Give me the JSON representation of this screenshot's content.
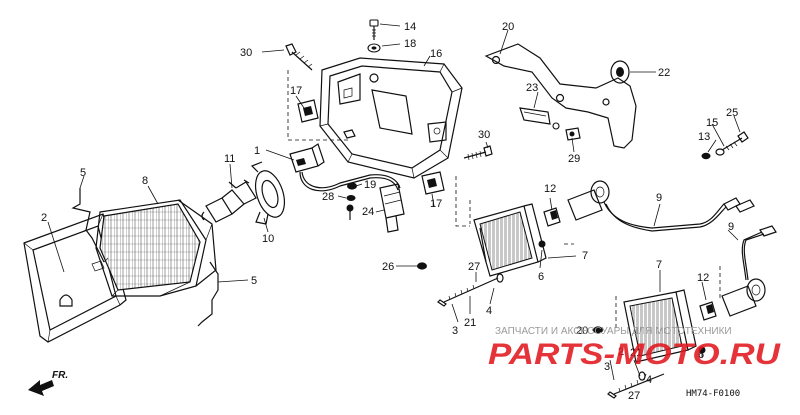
{
  "diagram_code": "HM74-F0100",
  "direction_label": "FR.",
  "watermark": {
    "line1": "ЗАПЧАСТИ И АКСЕССУАРЫ ДЛЯ МОТОТЕХНИКИ",
    "line2": "PARTS-MOTO.RU"
  },
  "callouts": [
    {
      "id": "c1",
      "label": "1"
    },
    {
      "id": "c2",
      "label": "2"
    },
    {
      "id": "c2b",
      "label": "2"
    },
    {
      "id": "c3",
      "label": "3"
    },
    {
      "id": "c3b",
      "label": "3"
    },
    {
      "id": "c4",
      "label": "4"
    },
    {
      "id": "c4b",
      "label": "4"
    },
    {
      "id": "c5a",
      "label": "5"
    },
    {
      "id": "c5b",
      "label": "5"
    },
    {
      "id": "c6",
      "label": "6"
    },
    {
      "id": "c6b",
      "label": "6"
    },
    {
      "id": "c7",
      "label": "7"
    },
    {
      "id": "c7b",
      "label": "7"
    },
    {
      "id": "c8",
      "label": "8"
    },
    {
      "id": "c9",
      "label": "9"
    },
    {
      "id": "c9b",
      "label": "9"
    },
    {
      "id": "c10",
      "label": "10"
    },
    {
      "id": "c11",
      "label": "11"
    },
    {
      "id": "c12",
      "label": "12"
    },
    {
      "id": "c12b",
      "label": "12"
    },
    {
      "id": "c13",
      "label": "13"
    },
    {
      "id": "c14",
      "label": "14"
    },
    {
      "id": "c15",
      "label": "15"
    },
    {
      "id": "c16",
      "label": "16"
    },
    {
      "id": "c17a",
      "label": "17"
    },
    {
      "id": "c17b",
      "label": "17"
    },
    {
      "id": "c18",
      "label": "18"
    },
    {
      "id": "c19",
      "label": "19"
    },
    {
      "id": "c20",
      "label": "20"
    },
    {
      "id": "c20b",
      "label": "20"
    },
    {
      "id": "c21",
      "label": "21"
    },
    {
      "id": "c21b",
      "label": "21"
    },
    {
      "id": "c22",
      "label": "22"
    },
    {
      "id": "c23",
      "label": "23"
    },
    {
      "id": "c24",
      "label": "24"
    },
    {
      "id": "c25",
      "label": "25"
    },
    {
      "id": "c26",
      "label": "26"
    },
    {
      "id": "c27",
      "label": "27"
    },
    {
      "id": "c27b",
      "label": "27"
    },
    {
      "id": "c28",
      "label": "28"
    },
    {
      "id": "c29",
      "label": "29"
    },
    {
      "id": "c30a",
      "label": "30"
    },
    {
      "id": "c30b",
      "label": "30"
    }
  ]
}
